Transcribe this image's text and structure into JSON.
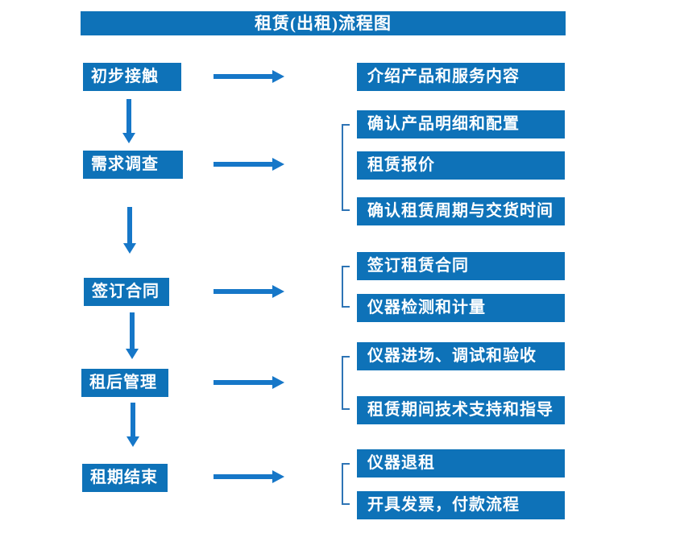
{
  "title": "租赁(出租)流程图",
  "colors": {
    "box": "#0e72b8",
    "arrow": "#1677c8",
    "bracket": "#2e74b5",
    "text": "#ffffff",
    "background": "#ffffff"
  },
  "steps": [
    {
      "label": "初步接触",
      "details": [
        "介绍产品和服务内容"
      ]
    },
    {
      "label": "需求调查",
      "details": [
        "确认产品明细和配置",
        "租赁报价",
        "确认租赁周期与交货时间"
      ]
    },
    {
      "label": "签订合同",
      "details": [
        "签订租赁合同",
        "仪器检测和计量"
      ]
    },
    {
      "label": "租后管理",
      "details": [
        "仪器进场、调试和验收",
        "租赁期间技术支持和指导"
      ]
    },
    {
      "label": "租期结束",
      "details": [
        "仪器退租",
        "开具发票，付款流程"
      ]
    }
  ]
}
